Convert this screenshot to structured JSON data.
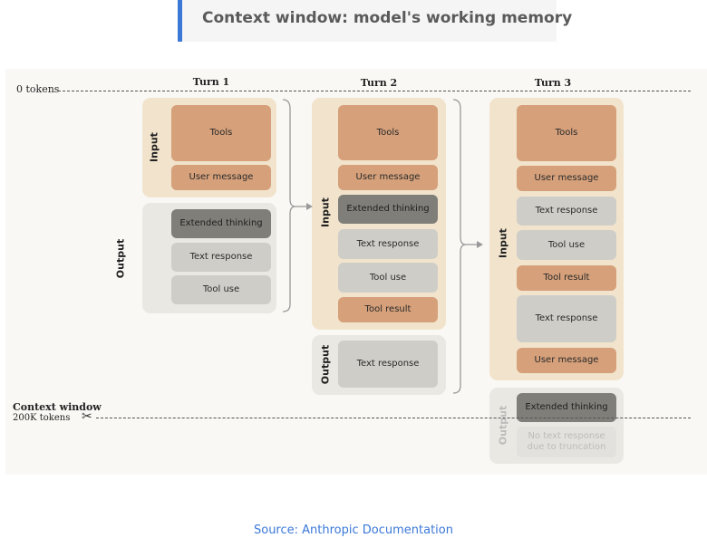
{
  "title": "Context window: model's working memory",
  "top_label": "0 tokens",
  "context_window": {
    "label": "Context window",
    "size": "200K tokens"
  },
  "source": "Source: Anthropic Documentation",
  "turns": [
    {
      "label": "Turn 1",
      "input_label": "Input",
      "input_blocks": [
        "Tools",
        "User message"
      ],
      "output_label": "Output",
      "output_blocks": [
        "Extended thinking",
        "Text response",
        "Tool use"
      ]
    },
    {
      "label": "Turn 2",
      "input_label": "Input",
      "input_blocks": [
        "Tools",
        "User message",
        "Extended thinking",
        "Text response",
        "Tool use",
        "Tool result"
      ],
      "output_label": "Output",
      "output_blocks": [
        "Text response"
      ]
    },
    {
      "label": "Turn 3",
      "input_label": "Input",
      "input_blocks": [
        "Tools",
        "User message",
        "Text response",
        "Tool use",
        "Tool result",
        "Text response",
        "User message"
      ],
      "output_label": "Output",
      "output_blocks": [
        "Extended thinking",
        "No text response due to truncation"
      ]
    }
  ]
}
